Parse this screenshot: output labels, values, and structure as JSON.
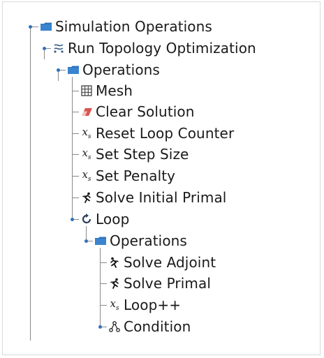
{
  "tree": {
    "simulation_operations": "Simulation Operations",
    "run_topology_optimization": "Run Topology Optimization",
    "operations": "Operations",
    "mesh": "Mesh",
    "clear_solution": "Clear Solution",
    "reset_loop_counter": "Reset Loop Counter",
    "set_step_size": "Set Step Size",
    "set_penalty": "Set Penalty",
    "solve_initial_primal": "Solve Initial Primal",
    "loop": "Loop",
    "loop_operations": "Operations",
    "solve_adjoint": "Solve Adjoint",
    "solve_primal": "Solve Primal",
    "loop_increment": "Loop++",
    "condition": "Condition"
  },
  "icons": {
    "folder": "folder-icon",
    "run": "topology-optimization-icon",
    "mesh": "mesh-grid-icon",
    "eraser": "eraser-icon",
    "variable": "variable-icon",
    "solve": "running-solver-icon",
    "loop": "loop-icon",
    "condition": "condition-icon"
  },
  "colors": {
    "folder_blue": "#2f73b9",
    "line_gray": "#8a8a8a",
    "eraser_red": "#d9534f"
  }
}
